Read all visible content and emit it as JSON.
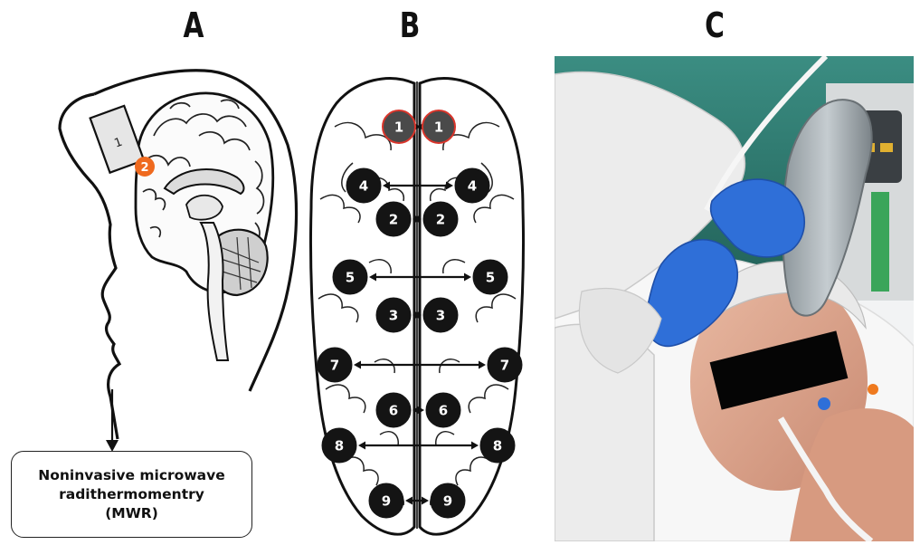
{
  "panels": {
    "a": {
      "label": "A",
      "probe_number": "1",
      "target_number": "2"
    },
    "b": {
      "label": "B"
    },
    "c": {
      "label": "C"
    }
  },
  "mwr_box": {
    "line1": "Noninvasive microwave",
    "line2": "radithermomentry",
    "line3": "(MWR)"
  },
  "brain_points": [
    {
      "number": "1",
      "highlight": true
    },
    {
      "number": "4",
      "highlight": false
    },
    {
      "number": "2",
      "highlight": false
    },
    {
      "number": "5",
      "highlight": false
    },
    {
      "number": "3",
      "highlight": false
    },
    {
      "number": "7",
      "highlight": false
    },
    {
      "number": "6",
      "highlight": false
    },
    {
      "number": "8",
      "highlight": false
    },
    {
      "number": "9",
      "highlight": false
    }
  ],
  "colors": {
    "outline": "#111111",
    "point_fill": "#141414",
    "point_highlight_fill": "#4a4a4a",
    "point_highlight_ring": "#d9352b",
    "target_orange": "#ef6a1f",
    "glove_blue": "#2f6fd8",
    "wall_teal": "#2f7f74"
  }
}
